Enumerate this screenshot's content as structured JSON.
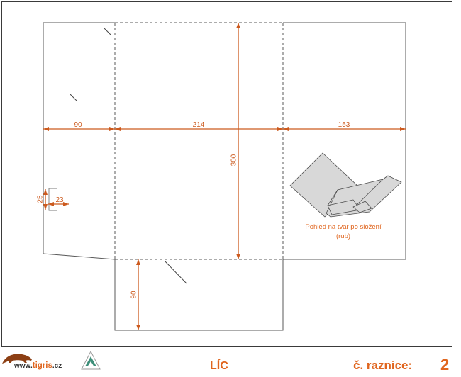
{
  "colors": {
    "accent": "#e0651e",
    "dimension": "#cc5a1e",
    "outline": "#5a5a5a",
    "preview_fill": "#d8d8d8",
    "ink": "#333333"
  },
  "dimension_labels": {
    "left_panel": "90",
    "middle_panel": "214",
    "right_panel": "153",
    "panel_depth": "300",
    "bottom_flap": "90",
    "notch_vertical": "25",
    "notch_horizontal": "23"
  },
  "preview": {
    "caption_line1": "Pohled na tvar po složení",
    "caption_line2": "(rub)"
  },
  "footer": {
    "logo": {
      "icon": "tiger-icon",
      "prefix": "www.",
      "brand": "tigris",
      "suffix": ".cz"
    },
    "partner_logo_icon": "partner-logo-icon",
    "side_label": "LÍC",
    "die_number_label": "č. raznice:",
    "die_number": "2"
  }
}
